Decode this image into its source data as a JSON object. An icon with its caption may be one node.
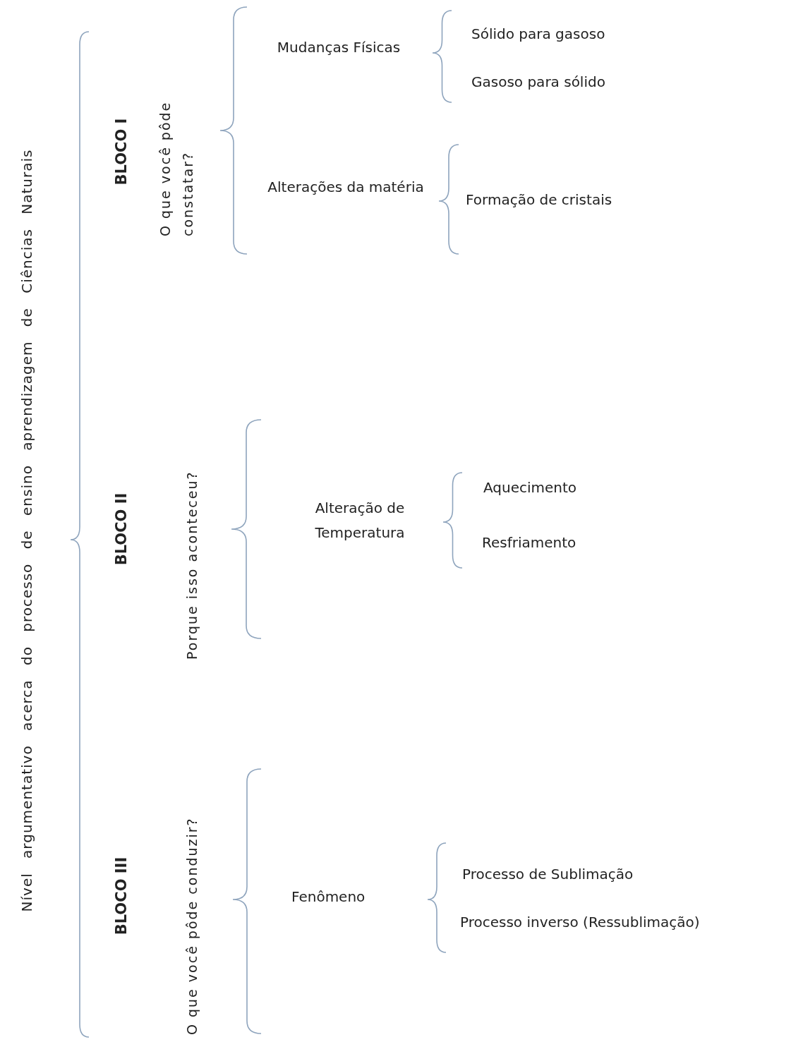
{
  "diagram": {
    "nodes": [
      {
        "text": [
          "Nível argumentativo acerca do processo de ensino aprendizagem de Ciências Naturais"
        ]
      },
      {
        "text": [
          "BLOCO I",
          "O que você pôde constatar?"
        ]
      },
      {
        "text": [
          "Mudanças Físicas"
        ]
      },
      {
        "text": [
          "Sólido para gasoso"
        ]
      },
      {
        "text": [
          "Gasoso para sólido"
        ]
      },
      {
        "text": [
          "Alterações da matéria"
        ]
      },
      {
        "text": [
          "Formação de cristais"
        ]
      },
      {
        "text": [
          "BLOCO II",
          "Porque isso aconteceu?"
        ]
      },
      {
        "text": [
          "Alteração de Temperatura"
        ]
      },
      {
        "text": [
          "Aquecimento"
        ]
      },
      {
        "text": [
          "Resfriamento"
        ]
      },
      {
        "text": [
          "BLOCO III",
          "O que você pôde conduzir?"
        ]
      },
      {
        "text": [
          "Fenômeno"
        ]
      },
      {
        "text": [
          "Processo de Sublimação"
        ]
      },
      {
        "text": [
          "Processo inverso (Ressublimação)"
        ]
      }
    ]
  }
}
